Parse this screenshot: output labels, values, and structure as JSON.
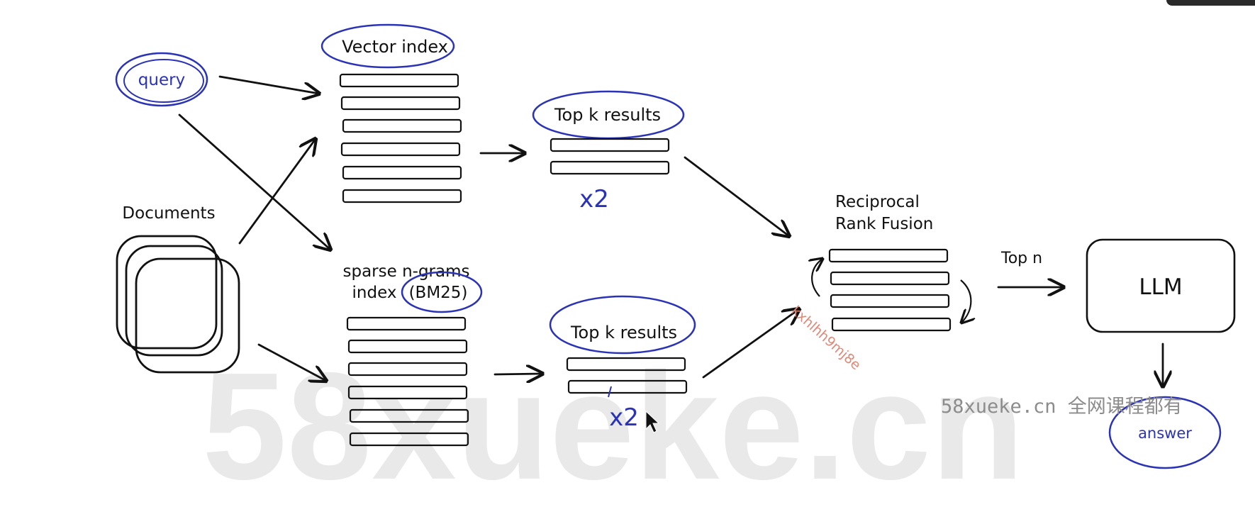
{
  "diagram": {
    "query_label": "query",
    "vector_index_label": "Vector index",
    "documents_label": "Documents",
    "sparse_index_label_line1": "sparse n-grams",
    "sparse_index_label_line2": "index",
    "bm25_label": "(BM25)",
    "top_k_label_top": "Top k results",
    "top_k_label_bottom": "Top k results",
    "x2_top": "x2",
    "x2_bottom": "x2",
    "rrf_label_line1": "Reciprocal",
    "rrf_label_line2": "Rank Fusion",
    "top_n_label": "Top n",
    "llm_label": "LLM",
    "answer_label": "answer"
  },
  "watermark": {
    "big_text": "58xueke.cn",
    "site_text": "58xueke.cn 全网课程都有",
    "id_text": "kxhlhh9mj8e"
  },
  "colors": {
    "ink": "#111111",
    "blue": "#2a33b8",
    "watermark": "#e9e9e9",
    "watermark_text": "#8c8c8c",
    "watermark_id": "#e08878"
  }
}
